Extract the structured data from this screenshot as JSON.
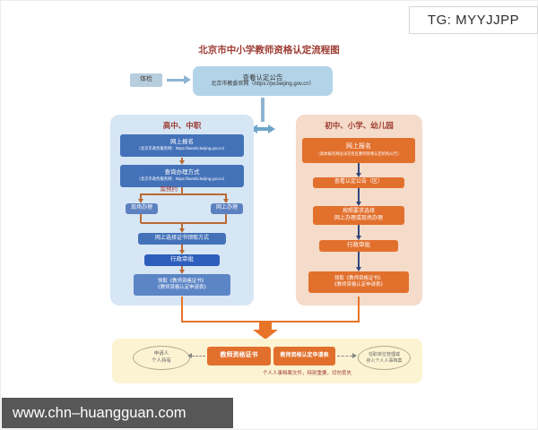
{
  "badge": {
    "text": "TG: MYYJJPP"
  },
  "site_watermark": {
    "text": "www.chn–huangguan.com"
  },
  "title": "北京市中小学教师资格认定流程图",
  "top": {
    "pre_step": "体检",
    "announce_line1": "查看认定公告",
    "announce_line2": "北京市教委官网（https://jw.beijing.gov.cn）"
  },
  "left_panel": {
    "header": "高中、中职",
    "box1_line1": "网上报名",
    "box1_line2": "（北京市政务服务网：https://banshi.beijing.gov.cn）",
    "box2_line1": "查询办理方式",
    "box2_line2": "（北京市政务服务网：https://banshi.beijing.gov.cn）",
    "branch_label": "需预约",
    "branch_left": "现场办理",
    "branch_right": "网上办理",
    "box3": "网上选择证书领取方式",
    "box4": "行政审批",
    "box5_line1": "领取《教师资格证书》",
    "box5_line2": "《教师资格认定申请表》"
  },
  "right_panel": {
    "header": "初中、小学、幼儿园",
    "box1_line1": "网上报名",
    "box1_line2": "（具体报名网址详见各区教师资格认定机构公告）",
    "box2": "查看认定公告（区）",
    "box3_line1": "按照要求选择",
    "box3_line2": "网上办理或现场办理",
    "box4": "行政审批",
    "box5_line1": "领取《教师资格证书》",
    "box5_line2": "《教师资格认定申请表》"
  },
  "bottom_panel": {
    "left_ellipse_line1": "申请人",
    "left_ellipse_line2": "个人持有",
    "cert_box": "教师资格证书",
    "form_box": "教师资格认定申请表",
    "right_ellipse_line1": "任职单位管理或",
    "right_ellipse_line2": "存入个人人事档案",
    "caption": "个人人事档案文件，特别重要，切勿丢失"
  },
  "colors": {
    "title_red": "#9c3a31",
    "blue_box": "#4472b9",
    "blue_box_dark": "#2e5ebd",
    "blue_panel_bg": "#d6e6f4",
    "orange_box": "#e2702d",
    "orange_panel_bg": "#f5dbc9",
    "yellow_panel_bg": "#fcf3d3",
    "connector_orange": "#b96a35",
    "connector_navy": "#31477d",
    "merge_orange": "#e87428",
    "announce_blue": "#b3d4e8"
  }
}
